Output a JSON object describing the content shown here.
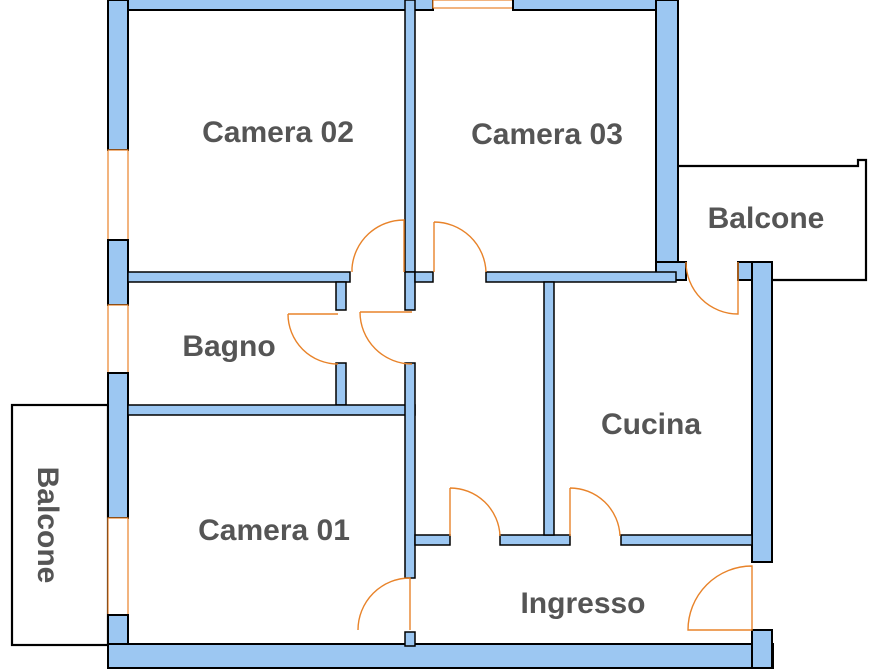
{
  "rooms": {
    "camera02": "Camera 02",
    "camera03": "Camera 03",
    "balcone_east": "Balcone",
    "bagno": "Bagno",
    "cucina": "Cucina",
    "balcone_west": "Balcone",
    "camera01": "Camera 01",
    "ingresso": "Ingresso"
  },
  "colors": {
    "wall": "#9cc7f2",
    "door": "#e8832a",
    "text": "#555555"
  }
}
